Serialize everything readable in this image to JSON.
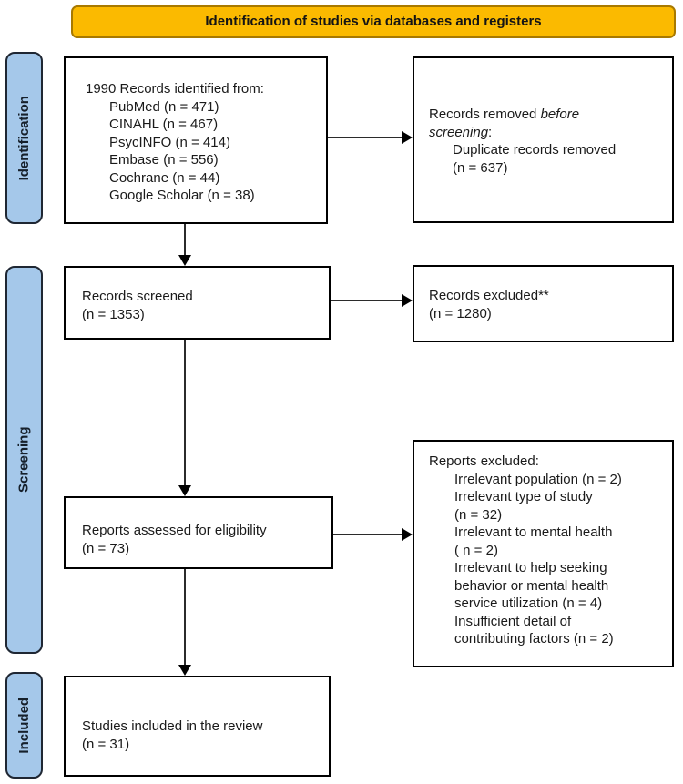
{
  "banner": {
    "label": "Identification of studies via databases and registers"
  },
  "stages": [
    {
      "label": "Identification"
    },
    {
      "label": "Screening"
    },
    {
      "label": "Included"
    }
  ],
  "boxes": {
    "records_identified": {
      "title": "1990 Records identified from:",
      "items": [
        "PubMed (n = 471)",
        "CINAHL (n = 467)",
        "PsycINFO (n = 414)",
        "Embase (n = 556)",
        "Cochrane (n = 44)",
        "Google Scholar (n = 38)"
      ]
    },
    "records_removed": {
      "prefix": "Records removed ",
      "italic_word_1": "before",
      "italic_word_2": "screening",
      "suffix": ":",
      "detail_lines": [
        "Duplicate records removed",
        "(n = 637)"
      ]
    },
    "records_screened": {
      "lines": [
        "Records screened",
        "(n = 1353)"
      ]
    },
    "records_excluded": {
      "lines": [
        "Records excluded**",
        "(n = 1280)"
      ]
    },
    "reports_assessed": {
      "lines": [
        "Reports assessed for eligibility",
        "(n = 73)"
      ]
    },
    "reports_excluded": {
      "title": "Reports excluded:",
      "lines": [
        "Irrelevant population (n = 2)",
        "Irrelevant type of study",
        "(n = 32)",
        "Irrelevant to mental health",
        "( n = 2)",
        "Irrelevant to help seeking",
        "behavior or mental health",
        "service utilization (n = 4)",
        "Insufficient detail of",
        "contributing factors (n = 2)"
      ]
    },
    "studies_included": {
      "lines": [
        "Studies included in the review",
        "(n = 31)"
      ]
    }
  },
  "colors": {
    "banner_fill": "#FBBA00",
    "banner_border": "#A87900",
    "stage_fill": "#A5C8EA",
    "stage_border": "#1F2733",
    "box_border": "#000000",
    "arrow": "#2B2B2B",
    "text": "#1A1A1A"
  }
}
